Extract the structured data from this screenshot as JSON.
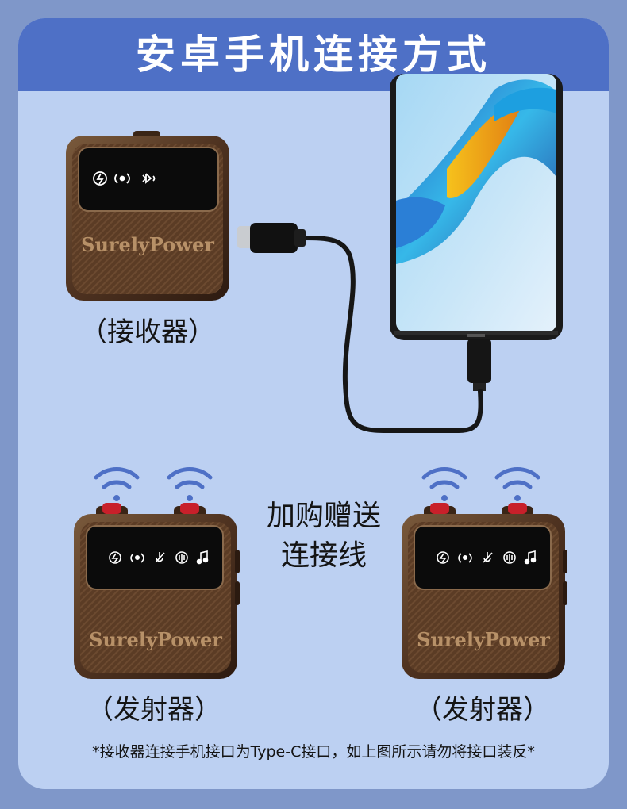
{
  "title": "安卓手机连接方式",
  "receiver": {
    "label": "（接收器）",
    "brand": "SurelyPower"
  },
  "transmitters": [
    {
      "label": "（发射器）",
      "brand": "SurelyPower"
    },
    {
      "label": "（发射器）",
      "brand": "SurelyPower"
    }
  ],
  "gift": {
    "line1": "加购赠送",
    "line2": "连接线"
  },
  "note": "*接收器连接手机接口为Type-C接口，如上图所示请勿将接口装反*",
  "colors": {
    "background": "#7f97c9",
    "card": "#bcd0f2",
    "banner": "#4e70c6",
    "wifi_icon": "#4e70c6",
    "device_body": "#5a3a22",
    "button_red": "#c8202a"
  },
  "icons": {
    "receiver_screen": [
      "charge-icon",
      "signal-icon",
      "bluetooth-icon"
    ],
    "transmitter_screen": [
      "charge-icon",
      "signal-icon",
      "mic-mute-icon",
      "noise-icon",
      "music-icon"
    ],
    "wireless": "wifi-icon"
  }
}
